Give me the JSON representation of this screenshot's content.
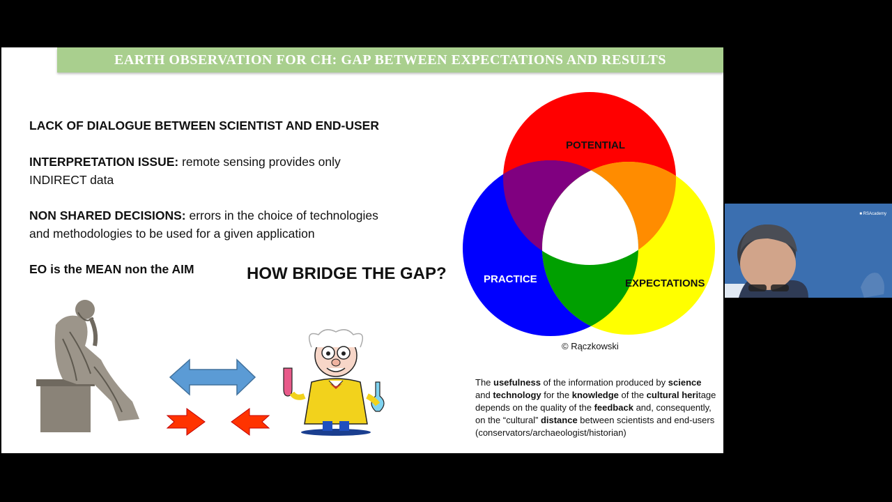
{
  "slide": {
    "title": "EARTH OBSERVATION FOR CH: GAP BETWEEN EXPECTATIONS AND RESULTS",
    "p1": "LACK OF DIALOGUE BETWEEN SCIENTIST AND END-USER",
    "p2_bold": "INTERPRETATION ISSUE:",
    "p2_rest": " remote sensing provides only",
    "p2_line2": "INDIRECT data",
    "p3_bold": "NON SHARED DECISIONS:",
    "p3_rest": " errors in the choice of technologies",
    "p3_line2": "and methodologies to be used for a given application",
    "p4": "EO is the MEAN non the AIM",
    "question": "HOW BRIDGE THE GAP?",
    "venn": {
      "potential": "POTENTIAL",
      "practice": "PRACTICE",
      "expectations": "EXPECTATIONS",
      "colors": {
        "potential": "#ff0000",
        "practice": "#0000ff",
        "expectations": "#ffff00"
      }
    },
    "credit": "© Rączkowski",
    "caption": {
      "t1": "The ",
      "b1": "usefulness",
      "t2": " of the information produced by ",
      "b2": "science",
      "t3": " and ",
      "b3": "technology",
      "t4": " for the ",
      "b4": "knowledge",
      "t5": " of the ",
      "b5": "cultural heri",
      "t6": "tage depends on the quality of the ",
      "b6": "feedback",
      "t7": " and, consequently, on the “cultural” ",
      "b7": "distance",
      "t8": " between scientists and end-users (conservators/archaeologist/historian)"
    }
  },
  "webcam": {
    "logo": "■ RSAcademy"
  }
}
